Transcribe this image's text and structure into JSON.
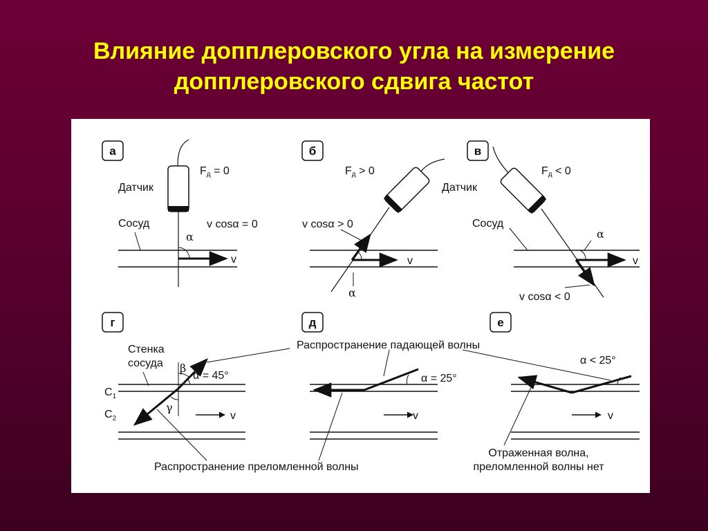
{
  "slide": {
    "title_line1": "Влияние допплеровского угла на измерение",
    "title_line2": "допплеровского сдвига частот",
    "title_color": "#ffff00",
    "background_color": "#5a002e"
  },
  "figure": {
    "panel_a": {
      "letter": "а",
      "probe_label": "Датчик",
      "vessel_label": "Сосуд",
      "freq_label": "F",
      "freq_sub": "д",
      "freq_rel": " = 0",
      "vcos_label": "v cosα = 0",
      "angle_label": "α",
      "velocity_label": "v"
    },
    "panel_b": {
      "letter": "б",
      "freq_label": "F",
      "freq_sub": "д",
      "freq_rel": " > 0",
      "vcos_label": "v cosα > 0",
      "angle_label": "α",
      "velocity_label": "v"
    },
    "panel_v": {
      "letter": "в",
      "probe_label": "Датчик",
      "vessel_label": "Сосуд",
      "freq_label": "F",
      "freq_sub": "д",
      "freq_rel": " < 0",
      "vcos_label": "v cosα < 0",
      "angle_label": "α",
      "velocity_label": "v"
    },
    "panel_g": {
      "letter": "г",
      "wall_label_line1": "Стенка",
      "wall_label_line2": "сосуда",
      "beta_label": "β",
      "gamma_label": "γ",
      "angle_label": "α = 45°",
      "c1": "C",
      "c1_sub": "1",
      "c2": "C",
      "c2_sub": "2",
      "velocity_label": "v"
    },
    "panel_d": {
      "letter": "д",
      "angle_label": "α = 25°",
      "velocity_label": "v"
    },
    "panel_e": {
      "letter": "е",
      "angle_label": "α < 25°",
      "velocity_label": "v"
    },
    "incident_wave_label": "Распространение падающей волны",
    "refracted_wave_label": "Распространение преломленной волны",
    "reflected_label_line1": "Отраженная волна,",
    "reflected_label_line2": "преломленной волны нет"
  }
}
